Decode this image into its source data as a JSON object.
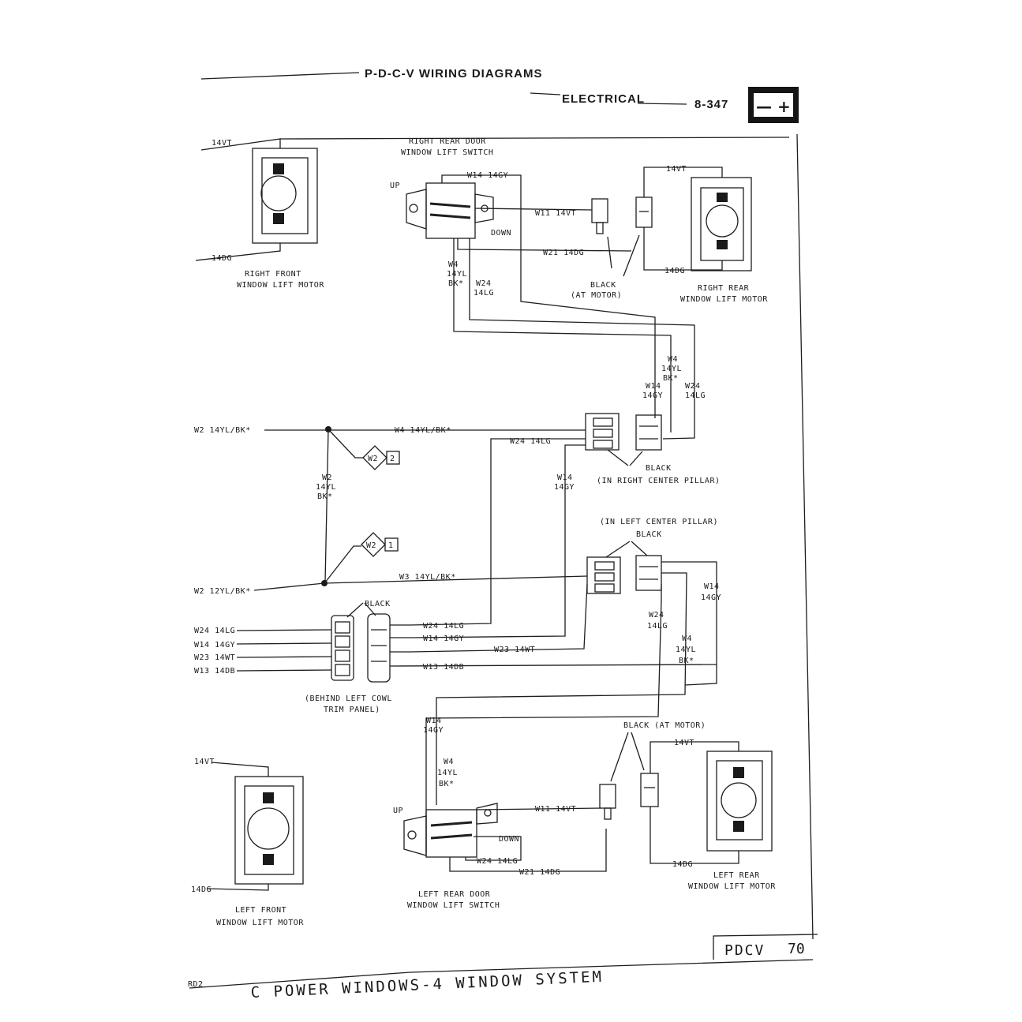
{
  "header": {
    "title": "P-D-C-V WIRING DIAGRAMS",
    "section": "ELECTRICAL",
    "page_number": "8-347",
    "battery_symbol": "— +"
  },
  "footer": {
    "system_title": "C POWER WINDOWS-4 WINDOW SYSTEM",
    "code": "PDCV",
    "page": "70",
    "corner_code": "RD2"
  },
  "components": {
    "rf_motor": [
      "RIGHT FRONT",
      "WINDOW LIFT MOTOR"
    ],
    "rr_motor": [
      "RIGHT REAR",
      "WINDOW LIFT MOTOR"
    ],
    "lf_motor": [
      "LEFT FRONT",
      "WINDOW LIFT MOTOR"
    ],
    "lr_motor": [
      "LEFT REAR",
      "WINDOW LIFT MOTOR"
    ],
    "rr_switch": [
      "RIGHT REAR DOOR",
      "WINDOW LIFT SWITCH"
    ],
    "lr_switch": [
      "LEFT REAR DOOR",
      "WINDOW LIFT SWITCH"
    ],
    "up": "UP",
    "down": "DOWN"
  },
  "connectors": {
    "rr_motor": [
      "BLACK",
      "(AT MOTOR)"
    ],
    "right_pillar": [
      "BLACK",
      "(IN RIGHT CENTER PILLAR)"
    ],
    "left_pillar": [
      "(IN LEFT CENTER PILLAR)",
      "BLACK"
    ],
    "cowl": [
      "BLACK",
      "(BEHIND LEFT COWL",
      "TRIM PANEL)"
    ],
    "lr_motor": "BLACK (AT MOTOR)"
  },
  "refs": [
    {
      "id": "W2",
      "num": "2"
    },
    {
      "id": "W2",
      "num": "1"
    }
  ],
  "wires": {
    "rf_14vt": "14VT",
    "rf_14dg": "14DG",
    "rr_w14": "W14 14GY",
    "rr_w11": "W11 14VT",
    "rr_w21": "W21 14DG",
    "rr_14vt": "14VT",
    "rr_14dg": "14DG",
    "sw_w4": [
      "W4",
      "14YL",
      "BK*"
    ],
    "sw_w24": [
      "W24",
      "14LG"
    ],
    "mid_w4": [
      "W4",
      "14YL",
      "BK*"
    ],
    "mid_w14": [
      "W14",
      "14GY"
    ],
    "mid_w24": [
      "W24",
      "14LG"
    ],
    "w2_top_left": "W2 14YL/BK*",
    "w4_top": "W4 14YL/BK*",
    "w24_mid": "W24 14LG",
    "w14_mid": [
      "W14",
      "14GY"
    ],
    "w2_vertical": [
      "W2",
      "14YL",
      "BK*"
    ],
    "w2_bottom_left": "W2 12YL/BK*",
    "w3": "W3 14YL/BK*",
    "lp_w14": [
      "W14",
      "14GY"
    ],
    "lp_w24": [
      "W24",
      "14LG"
    ],
    "lp_w4": [
      "W4",
      "14YL",
      "BK*"
    ],
    "cowl_left": [
      "W24 14LG",
      "W14 14GY",
      "W23 14WT",
      "W13 14DB"
    ],
    "cowl_right_w24": "W24 14LG",
    "cowl_right_w14": "W14 14GY",
    "w23": "W23 14WT",
    "w13": "W13 14DB",
    "low_w14": [
      "W14",
      "14GY"
    ],
    "low_w4": [
      "W4",
      "14YL",
      "BK*"
    ],
    "lr_w11": "W11 14VT",
    "lr_w24": "W24 14LG",
    "lr_w21": "W21 14DG",
    "lr_14vt": "14VT",
    "lr_14dg": "14DG",
    "lf_14vt": "14VT",
    "lf_14dg": "14DG"
  }
}
